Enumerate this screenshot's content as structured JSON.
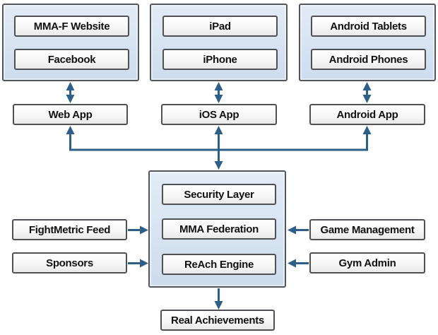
{
  "groups": {
    "web": {
      "devices": [
        "MMA-F Website",
        "Facebook"
      ],
      "app": "Web App"
    },
    "ios": {
      "devices": [
        "iPad",
        "iPhone"
      ],
      "app": "iOS App"
    },
    "android": {
      "devices": [
        "Android Tablets",
        "Android Phones"
      ],
      "app": "Android App"
    }
  },
  "core": {
    "layers": [
      "Security Layer",
      "MMA Federation",
      "ReAch Engine"
    ]
  },
  "left_sources": [
    "FightMetric Feed",
    "Sponsors"
  ],
  "right_sources": [
    "Game Management",
    "Gym Admin"
  ],
  "output": "Real Achievements",
  "colors": {
    "arrow": "#2e5f89",
    "box_border": "#4e5053",
    "group_fill": "#d7e3f1"
  },
  "connections": [
    {
      "from": "Web client group (MMA-F Website, Facebook)",
      "to": "Web App",
      "type": "double-arrow"
    },
    {
      "from": "iOS client group (iPad, iPhone)",
      "to": "iOS App",
      "type": "double-arrow"
    },
    {
      "from": "Android client group (Android Tablets, Android Phones)",
      "to": "Android App",
      "type": "double-arrow"
    },
    {
      "from": "Web App / iOS App / Android App bus",
      "to": "Core platform (Security Layer, MMA Federation, ReAch Engine)",
      "type": "double-arrow-bus"
    },
    {
      "from": "FightMetric Feed",
      "to": "Core platform",
      "type": "arrow-right"
    },
    {
      "from": "Sponsors",
      "to": "Core platform",
      "type": "arrow-right"
    },
    {
      "from": "Game Management",
      "to": "Core platform",
      "type": "arrow-left"
    },
    {
      "from": "Gym Admin",
      "to": "Core platform",
      "type": "arrow-left"
    },
    {
      "from": "Core platform",
      "to": "Real Achievements",
      "type": "arrow-down"
    }
  ]
}
